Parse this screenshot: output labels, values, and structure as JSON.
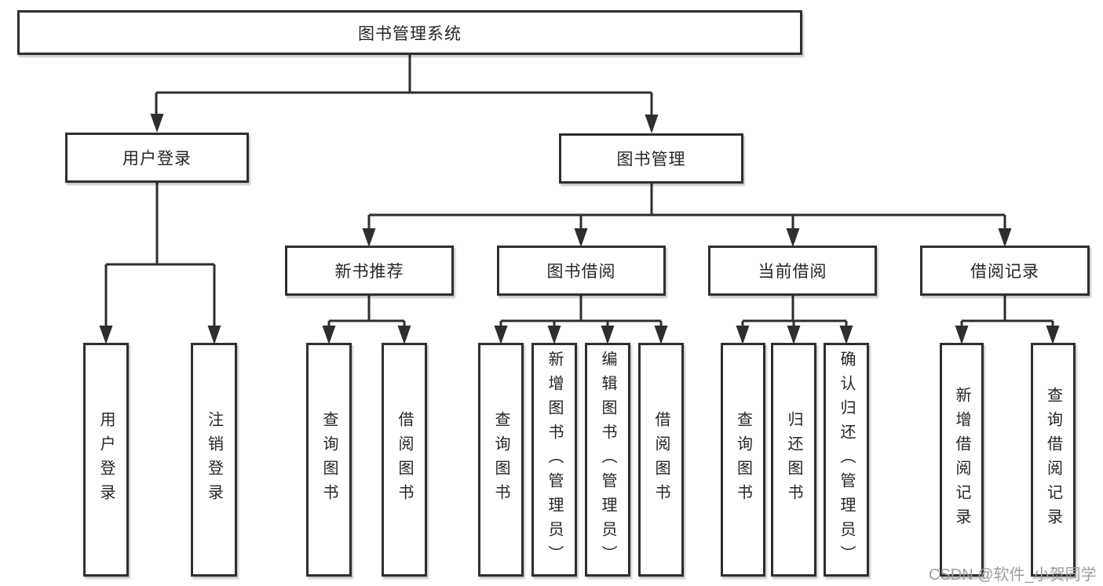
{
  "diagram": {
    "root": {
      "label": "图书管理系统"
    },
    "login": {
      "label": "用户登录",
      "children": [
        {
          "label": "用户登录"
        },
        {
          "label": "注销登录"
        }
      ]
    },
    "management": {
      "label": "图书管理",
      "sections": [
        {
          "label": "新书推荐",
          "children": [
            {
              "label": "查询图书"
            },
            {
              "label": "借阅图书"
            }
          ]
        },
        {
          "label": "图书借阅",
          "children": [
            {
              "label": "查询图书"
            },
            {
              "label": "新增图书（管理员）"
            },
            {
              "label": "编辑图书（管理员）"
            },
            {
              "label": "借阅图书"
            }
          ]
        },
        {
          "label": "当前借阅",
          "children": [
            {
              "label": "查询图书"
            },
            {
              "label": "归还图书"
            },
            {
              "label": "确认归还（管理员）"
            }
          ]
        },
        {
          "label": "借阅记录",
          "children": [
            {
              "label": "新增借阅记录"
            },
            {
              "label": "查询借阅记录"
            }
          ]
        }
      ]
    }
  },
  "watermark": {
    "text": "CSDN @软件_小贺同学"
  },
  "colors": {
    "line": "#2e2e2e",
    "text": "#252525",
    "box_fill": "#ffffff",
    "background": "#ffffff",
    "watermark": "#9d9d9d"
  }
}
